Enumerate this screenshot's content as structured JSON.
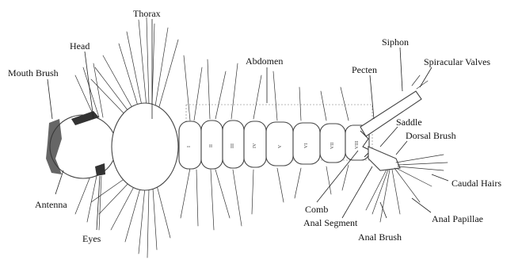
{
  "diagram": {
    "labels": {
      "thorax": "Thorax",
      "head": "Head",
      "mouth_brush": "Mouth Brush",
      "abdomen": "Abdomen",
      "pecten": "Pecten",
      "siphon": "Siphon",
      "spiracular_valves": "Spiracular Valves",
      "saddle": "Saddle",
      "dorsal_brush": "Dorsal Brush",
      "caudal_hairs": "Caudal Hairs",
      "anal_papillae": "Anal Papillae",
      "anal_brush": "Anal Brush",
      "comb": "Comb",
      "anal_segment": "Anal Segment",
      "antenna": "Antenna",
      "eyes": "Eyes"
    },
    "segment_numerals": [
      "I",
      "II",
      "III",
      "IV",
      "V",
      "VI",
      "VII",
      "VIII"
    ]
  }
}
